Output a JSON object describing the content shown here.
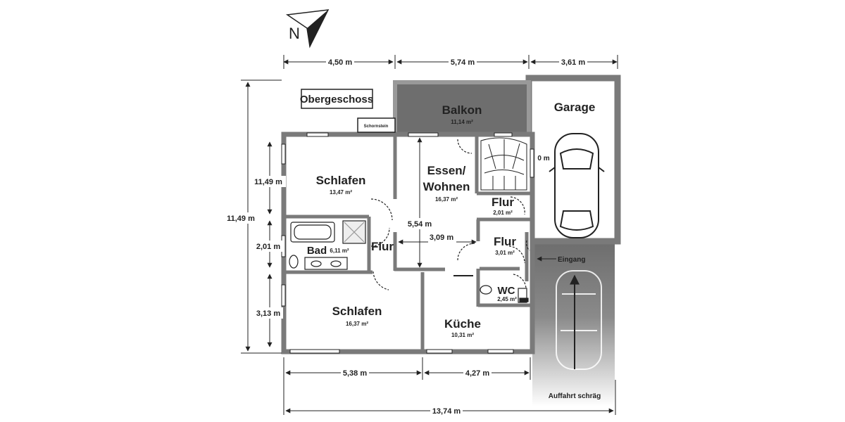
{
  "floor_label": "Obergeschoss",
  "chimney_label": "Schornstein",
  "compass": {
    "letter": "N"
  },
  "rooms": {
    "balkon": {
      "name": "Balkon",
      "area": "11,14  m²"
    },
    "garage": {
      "name": "Garage",
      "extra": "0 m"
    },
    "schlafen_top": {
      "name": "Schlafen",
      "area": "13,47 m²"
    },
    "essen": {
      "name_line1": "Essen/",
      "name_line2": "Wohnen",
      "area": "16,37 m²"
    },
    "flur_upper": {
      "name": "Flur",
      "area": "2,01 m²"
    },
    "flur_lower": {
      "name": "Flur",
      "area": "3,01 m²"
    },
    "bad": {
      "name": "Bad",
      "area": "6,11 m²"
    },
    "flur_small": {
      "name": "Flur"
    },
    "wc": {
      "name": "WC",
      "area": "2,45 m²"
    },
    "schlafen_bottom": {
      "name": "Schlafen",
      "area": "16,37 m²"
    },
    "kueche": {
      "name": "Küche",
      "area": "10,31 m²"
    }
  },
  "labels": {
    "eingang": "Eingang",
    "auffahrt": "Auffahrt schräg"
  },
  "dimensions": {
    "top_1": "4,50 m",
    "top_2": "5,74 m",
    "top_3": "3,61 m",
    "left_outer": "11,49 m",
    "left_1": "11,49 m",
    "left_2": "2,01 m",
    "left_3": "3,13 m",
    "inner_vertical": "5,54 m",
    "inner_horizontal": "3,09 m",
    "bottom_1": "5,38 m",
    "bottom_2": "4,27 m",
    "bottom_total": "13,74 m"
  }
}
